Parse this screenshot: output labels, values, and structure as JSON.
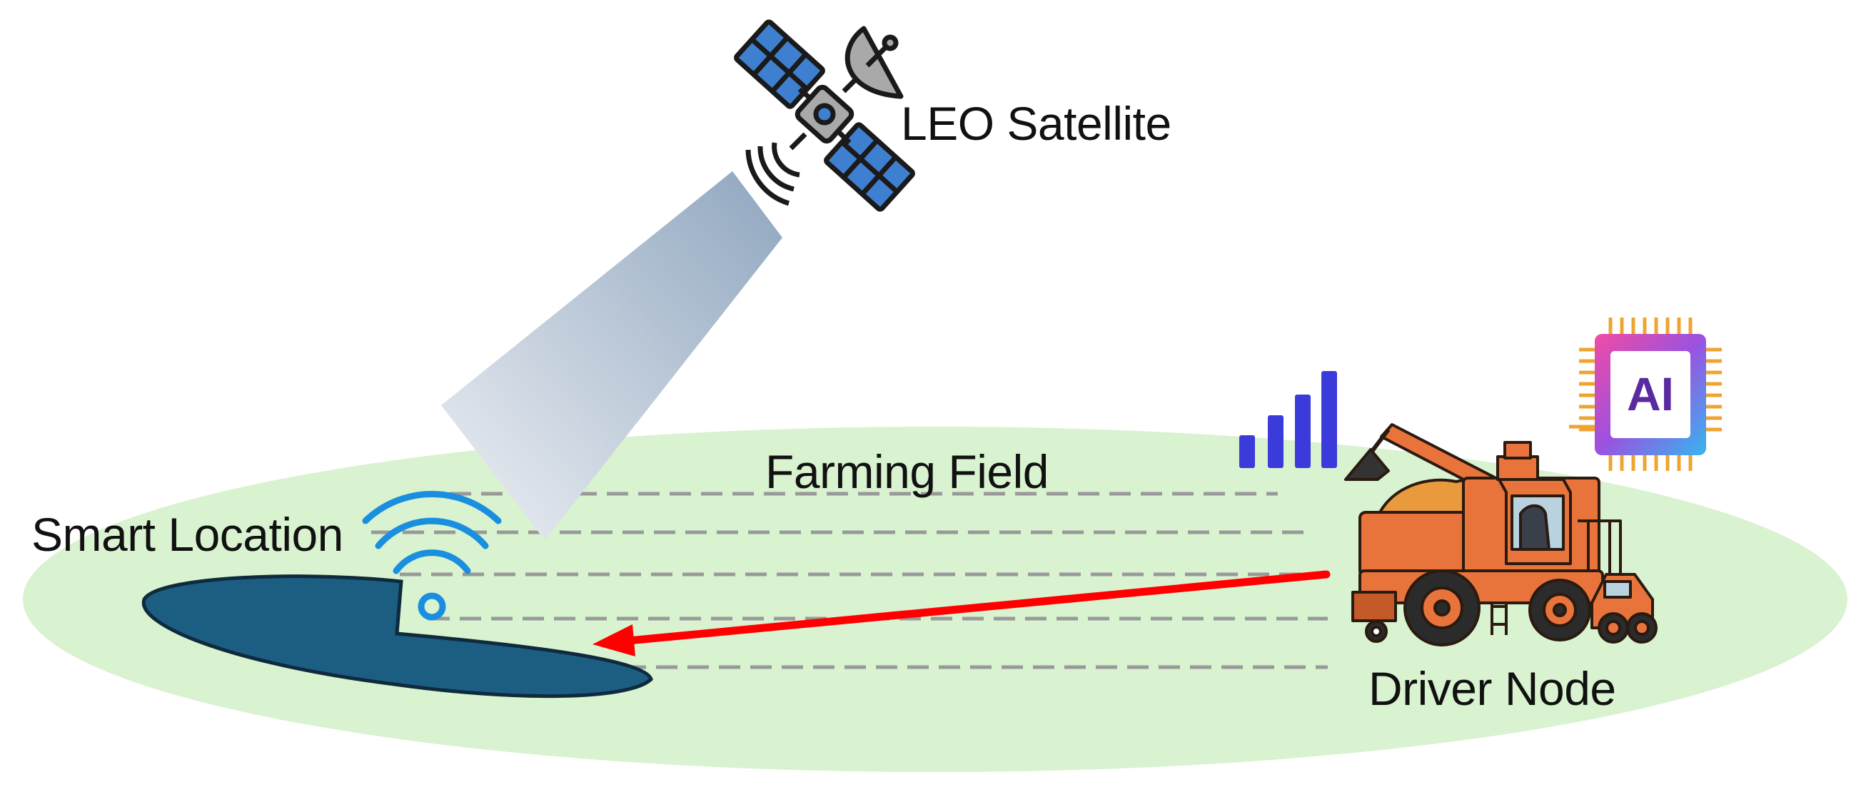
{
  "labels": {
    "satellite": "LEO Satellite",
    "field": "Farming Field",
    "smart_location": "Smart Location",
    "driver_node": "Driver Node",
    "ai_chip": "AI"
  },
  "icons": [
    "satellite-icon",
    "signal-bars-icon",
    "ai-chip-icon",
    "harvester-icon",
    "wifi-icon"
  ],
  "colors": {
    "field": "#d9f2d0",
    "pond": "#1b5e82",
    "arrow": "#ff0000",
    "dashes": "#999999",
    "signal_bars": "#3b3bdb",
    "wifi": "#1a8fe0",
    "harvester": "#e8743b"
  }
}
